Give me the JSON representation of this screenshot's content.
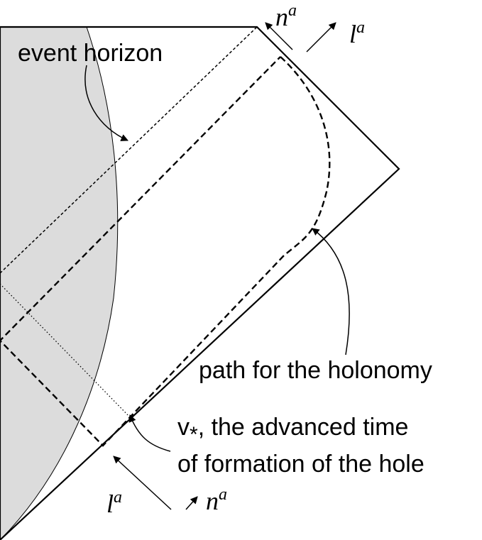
{
  "labels": {
    "event_horizon": "event horizon",
    "holonomy_path": "path for the holonomy",
    "v_star_symbol": "v",
    "v_star_subscript": "*",
    "v_star_desc_line1": ", the advanced time",
    "v_star_desc_line2": "of formation of the hole",
    "n_top": "n",
    "l_top": "l",
    "l_bottom": "l",
    "n_bottom": "n",
    "superscript": "a"
  },
  "colors": {
    "stroke": "#000000",
    "shaded_region": "#dcdcdc",
    "background": "#ffffff"
  }
}
